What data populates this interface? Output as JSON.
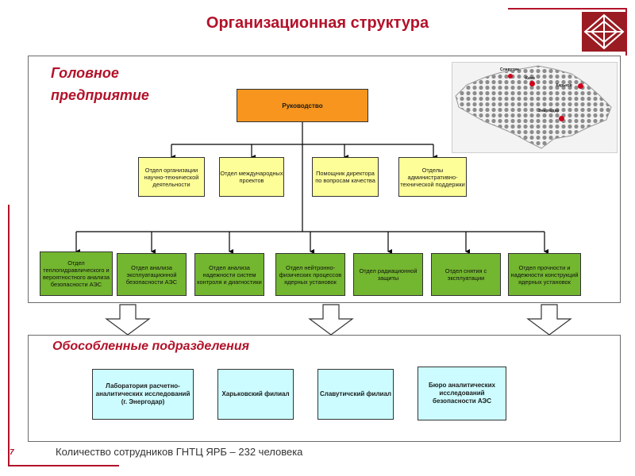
{
  "title": "Организационная структура",
  "head": {
    "label_line1": "Головное",
    "label_line2": "предприятие",
    "top_box": "Руководство",
    "tier2": [
      "Отдел организации научно-технической деятельности",
      "Отдел международных проектов",
      "Помощник директора по вопросам качества",
      "Отделы административно-технической поддержки"
    ],
    "tier3": [
      "Отдел теплогидравлического и вероятностного анализа безопасности АЭС",
      "Отдел анализа эксплуатационной безопасности АЭС",
      "Отдел анализа надежности систем контроля и диагностики",
      "Отдел нейтронно-физических процессов ядерных установок",
      "Отдел радиационной защиты",
      "Отдел снятия с эксплуатации",
      "Отдел прочности и надежности конструкций ядерных установок"
    ]
  },
  "map": {
    "cities": [
      "Славутич",
      "Киев",
      "Харьков",
      "Энергодар"
    ],
    "city_color": "#d0021b"
  },
  "branches": {
    "label": "Обособленные подразделения",
    "boxes": [
      "Лаборатория расчетно-аналитических исследований (г. Энергодар)",
      "Харьковский филиал",
      "Славутичский филиал",
      "Бюро аналитических исследований безопасности АЭС"
    ]
  },
  "footer": {
    "staff_count": "Количество сотрудников ГНТЦ ЯРБ – 232 человека",
    "page_number": "7"
  },
  "colors": {
    "accent": "#b3122a",
    "top_box": "#f7951e",
    "tier2": "#fefe99",
    "tier3": "#73b62f",
    "branches": "#ccfcff"
  }
}
